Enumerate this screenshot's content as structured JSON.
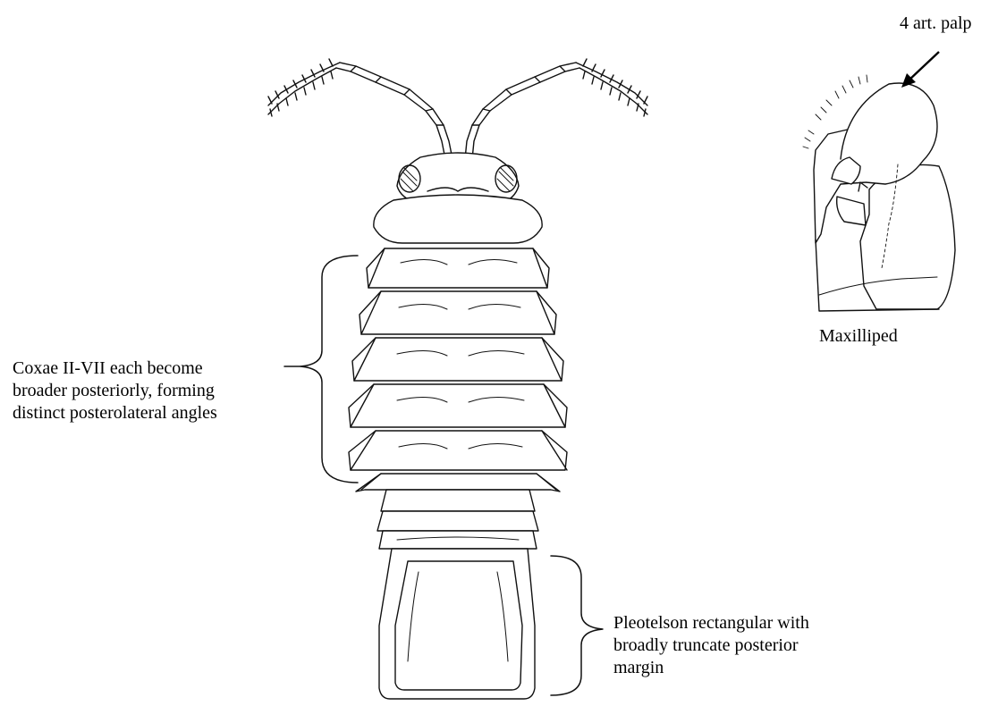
{
  "labels": {
    "coxae": [
      "Coxae II-VII each become",
      "broader posteriorly, forming",
      "distinct posterolateral angles"
    ],
    "pleotelson": [
      "Pleotelson rectangular with",
      "broadly truncate posterior",
      "margin"
    ],
    "maxilliped": "Maxilliped",
    "palp": "4 art. palp"
  },
  "colors": {
    "ink": "#000000",
    "background": "#ffffff"
  }
}
